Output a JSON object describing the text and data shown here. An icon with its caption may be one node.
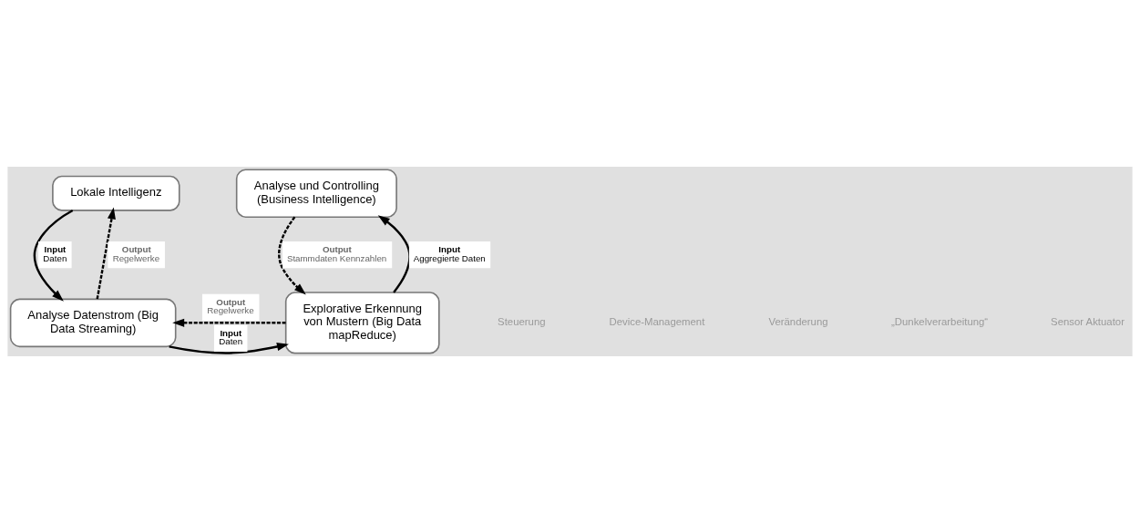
{
  "diagram": {
    "nodes": [
      {
        "text": [
          "Lokale Intelligenz"
        ]
      },
      {
        "text": [
          "Analyse Datenstrom (Big Data Streaming)"
        ]
      },
      {
        "text": [
          "Explorative Erkennung von Mustern (Big Data mapReduce)"
        ]
      },
      {
        "text": [
          "Analyse und Controlling (Business Intelligence)"
        ]
      }
    ],
    "edges": [
      {
        "from": 0,
        "to": 1,
        "arrow": "to",
        "label": "**Input** Daten"
      },
      {
        "from": 1,
        "to": 0,
        "arrow": "to",
        "label": "**Output** Regelwerke",
        "style": "dashed"
      },
      {
        "from": 1,
        "to": 2,
        "arrow": "to",
        "label": "**Input** Daten"
      },
      {
        "from": 2,
        "to": 1,
        "arrow": "to",
        "label": "**Output** Regelwerke",
        "style": "dashed"
      },
      {
        "from": 2,
        "to": 3,
        "arrow": "to",
        "label": "**Input** Aggregierte Daten"
      },
      {
        "from": 3,
        "to": 2,
        "arrow": "to",
        "label": "**Output** Stammdaten Kennzahlen",
        "style": "dashed"
      }
    ],
    "labels": [
      "Steuerung",
      "Device-Management",
      "Veränderung",
      "„Dunkelverarbeitung“",
      "Sensor Aktuator"
    ]
  }
}
